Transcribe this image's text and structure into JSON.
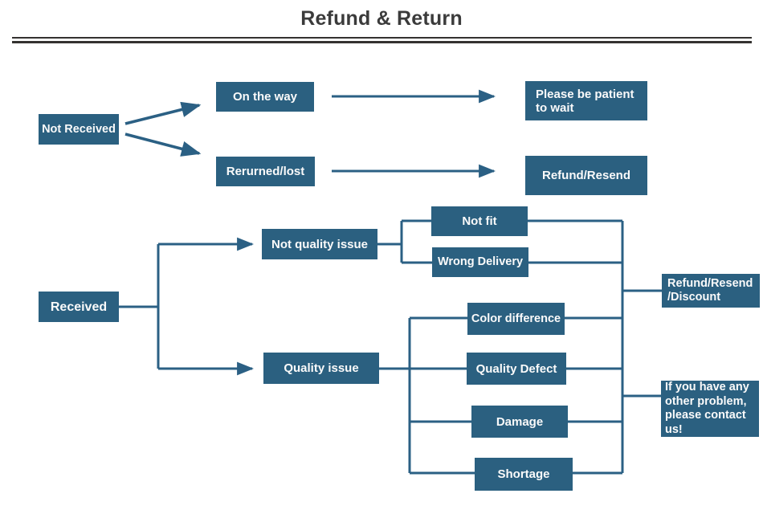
{
  "title": "Refund & Return",
  "colors": {
    "node_fill": "#2B6080",
    "node_text": "#FAFAFA",
    "line": "#2B6084",
    "title_text": "#3B3B3B",
    "rule": "#343230"
  },
  "nodes": {
    "not_received": "Not Received",
    "on_the_way": "On the way",
    "returned_lost": "Rerurned/lost",
    "please_wait": "Please be patient\nto wait",
    "refund_resend": "Refund/Resend",
    "received": "Received",
    "not_quality_issue": "Not quality issue",
    "not_fit": "Not fit",
    "wrong_delivery": "Wrong Delivery",
    "refund_resend_discount": "Refund/Resend\n/Discount",
    "quality_issue": "Quality issue",
    "color_difference": "Color difference",
    "quality_defect": "Quality Defect",
    "damage": "Damage",
    "shortage": "Shortage",
    "contact_us": "If you have any\nother problem,\nplease contact\nus!"
  }
}
